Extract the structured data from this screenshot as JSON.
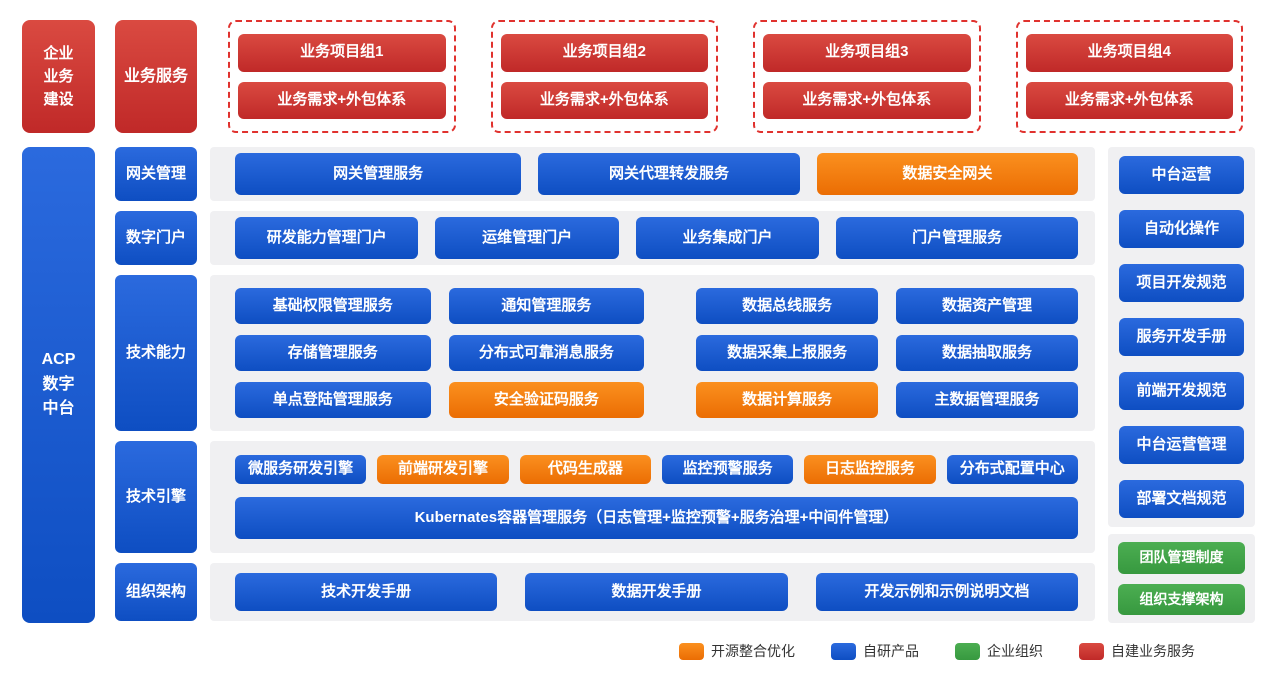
{
  "colors": {
    "blue": "#1458c8",
    "orange": "#f07c10",
    "red": "#cc2f2e",
    "green": "#3fa047",
    "panel_bg": "#f0f0f2"
  },
  "top": {
    "enterprise_lines": [
      "企业",
      "业务",
      "建设"
    ],
    "biz_service": "业务服务",
    "groups": [
      {
        "title": "业务项目组1",
        "subtitle": "业务需求+外包体系"
      },
      {
        "title": "业务项目组2",
        "subtitle": "业务需求+外包体系"
      },
      {
        "title": "业务项目组3",
        "subtitle": "业务需求+外包体系"
      },
      {
        "title": "业务项目组4",
        "subtitle": "业务需求+外包体系"
      }
    ]
  },
  "acp_lines": [
    "ACP",
    "数字",
    "中台"
  ],
  "sections": {
    "gateway": {
      "label": "网关管理",
      "blocks": [
        {
          "t": "网关管理服务",
          "c": "blue"
        },
        {
          "t": "网关代理转发服务",
          "c": "blue"
        },
        {
          "t": "数据安全网关",
          "c": "orange"
        }
      ]
    },
    "portal": {
      "label": "数字门户",
      "blocks": [
        {
          "t": "研发能力管理门户",
          "c": "blue"
        },
        {
          "t": "运维管理门户",
          "c": "blue"
        },
        {
          "t": "业务集成门户",
          "c": "blue"
        },
        {
          "t": "门户管理服务",
          "c": "blue"
        }
      ]
    },
    "capability": {
      "label": "技术能力",
      "rows": [
        [
          {
            "t": "基础权限管理服务",
            "c": "blue"
          },
          {
            "t": "通知管理服务",
            "c": "blue"
          },
          {
            "t": "数据总线服务",
            "c": "blue"
          },
          {
            "t": "数据资产管理",
            "c": "blue"
          }
        ],
        [
          {
            "t": "存储管理服务",
            "c": "blue"
          },
          {
            "t": "分布式可靠消息服务",
            "c": "blue"
          },
          {
            "t": "数据采集上报服务",
            "c": "blue"
          },
          {
            "t": "数据抽取服务",
            "c": "blue"
          }
        ],
        [
          {
            "t": "单点登陆管理服务",
            "c": "blue"
          },
          {
            "t": "安全验证码服务",
            "c": "orange"
          },
          {
            "t": "数据计算服务",
            "c": "orange"
          },
          {
            "t": "主数据管理服务",
            "c": "blue"
          }
        ]
      ]
    },
    "engine": {
      "label": "技术引擎",
      "row1": [
        {
          "t": "微服务研发引擎",
          "c": "blue"
        },
        {
          "t": "前端研发引擎",
          "c": "orange"
        },
        {
          "t": "代码生成器",
          "c": "orange"
        },
        {
          "t": "监控预警服务",
          "c": "blue"
        },
        {
          "t": "日志监控服务",
          "c": "orange"
        },
        {
          "t": "分布式配置中心",
          "c": "blue"
        }
      ],
      "row2": "Kubernates容器管理服务（日志管理+监控预警+服务治理+中间件管理）"
    },
    "org": {
      "label": "组织架构",
      "blocks": [
        {
          "t": "技术开发手册",
          "c": "blue"
        },
        {
          "t": "数据开发手册",
          "c": "blue"
        },
        {
          "t": "开发示例和示例说明文档",
          "c": "blue"
        }
      ]
    }
  },
  "right": {
    "items": [
      "中台运营",
      "自动化操作",
      "项目开发规范",
      "服务开发手册",
      "前端开发规范",
      "中台运营管理",
      "部署文档规范"
    ],
    "green_items": [
      "团队管理制度",
      "组织支撑架构"
    ]
  },
  "legend": [
    {
      "label": "开源整合优化",
      "color": "orange"
    },
    {
      "label": "自研产品",
      "color": "blue"
    },
    {
      "label": "企业组织",
      "color": "green"
    },
    {
      "label": "自建业务服务",
      "color": "red"
    }
  ]
}
